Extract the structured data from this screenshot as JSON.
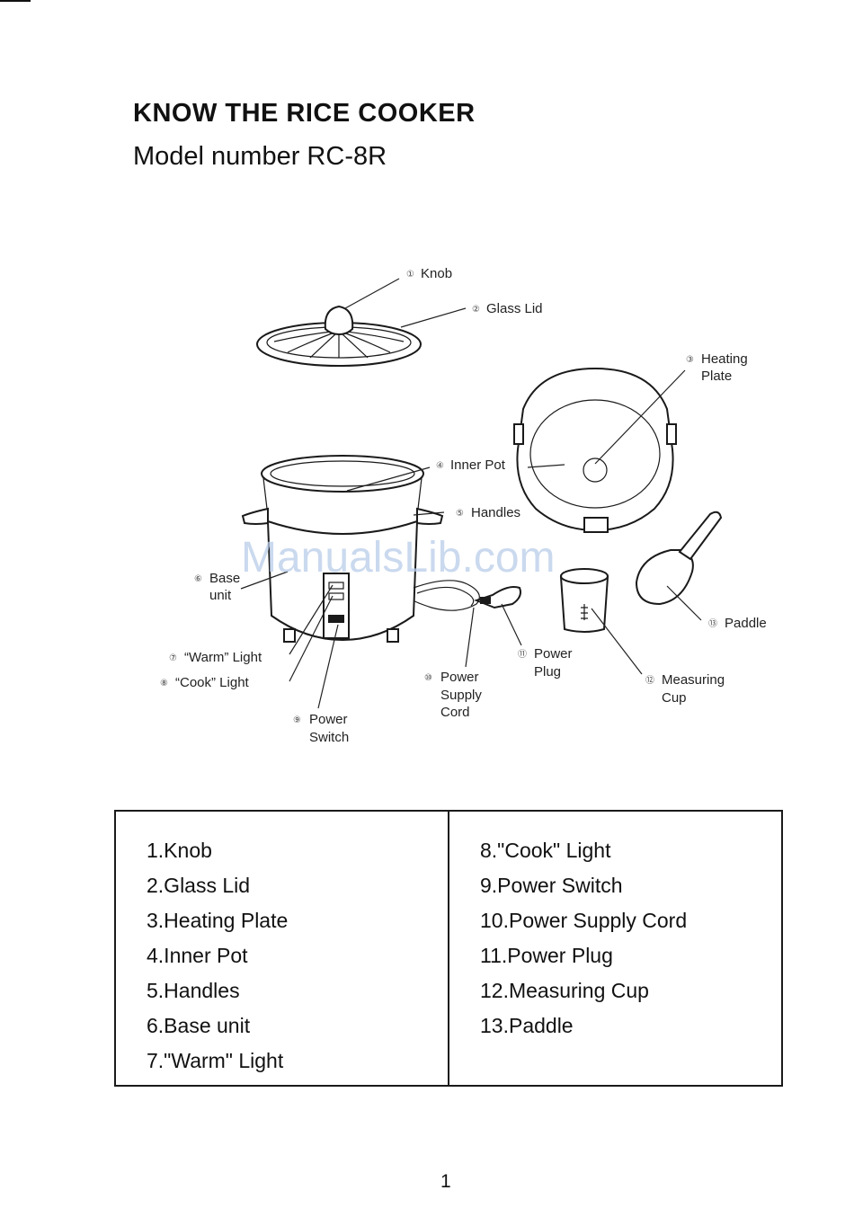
{
  "header": {
    "title": "KNOW THE RICE COOKER",
    "subtitle": "Model number RC-8R"
  },
  "diagram": {
    "labels": [
      {
        "num": "①",
        "text": [
          "Knob"
        ]
      },
      {
        "num": "②",
        "text": [
          "Glass Lid"
        ]
      },
      {
        "num": "③",
        "text": [
          "Heating",
          "Plate"
        ]
      },
      {
        "num": "④",
        "text": [
          "Inner Pot"
        ]
      },
      {
        "num": "⑤",
        "text": [
          "Handles"
        ]
      },
      {
        "num": "⑥",
        "text": [
          "Base",
          "unit"
        ]
      },
      {
        "num": "⑦",
        "text": [
          "“Warm” Light"
        ]
      },
      {
        "num": "⑧",
        "text": [
          "“Cook” Light"
        ]
      },
      {
        "num": "⑨",
        "text": [
          "Power",
          "Switch"
        ]
      },
      {
        "num": "⑩",
        "text": [
          "Power",
          "Supply",
          "Cord"
        ]
      },
      {
        "num": "⑪",
        "text": [
          "Power",
          "Plug"
        ]
      },
      {
        "num": "⑫",
        "text": [
          "Measuring",
          "Cup"
        ]
      },
      {
        "num": "⑬",
        "text": [
          "Paddle"
        ]
      }
    ],
    "watermark": "ManualsLib.com"
  },
  "parts_list": {
    "left": [
      "1.Knob",
      "2.Glass Lid",
      "3.Heating Plate",
      "4.Inner Pot",
      "5.Handles",
      "6.Base unit",
      "7.\"Warm\" Light"
    ],
    "right": [
      "8.\"Cook\" Light",
      "9.Power Switch",
      "10.Power Supply Cord",
      "11.Power Plug",
      "12.Measuring Cup",
      "13.Paddle"
    ]
  },
  "page_number": "1"
}
